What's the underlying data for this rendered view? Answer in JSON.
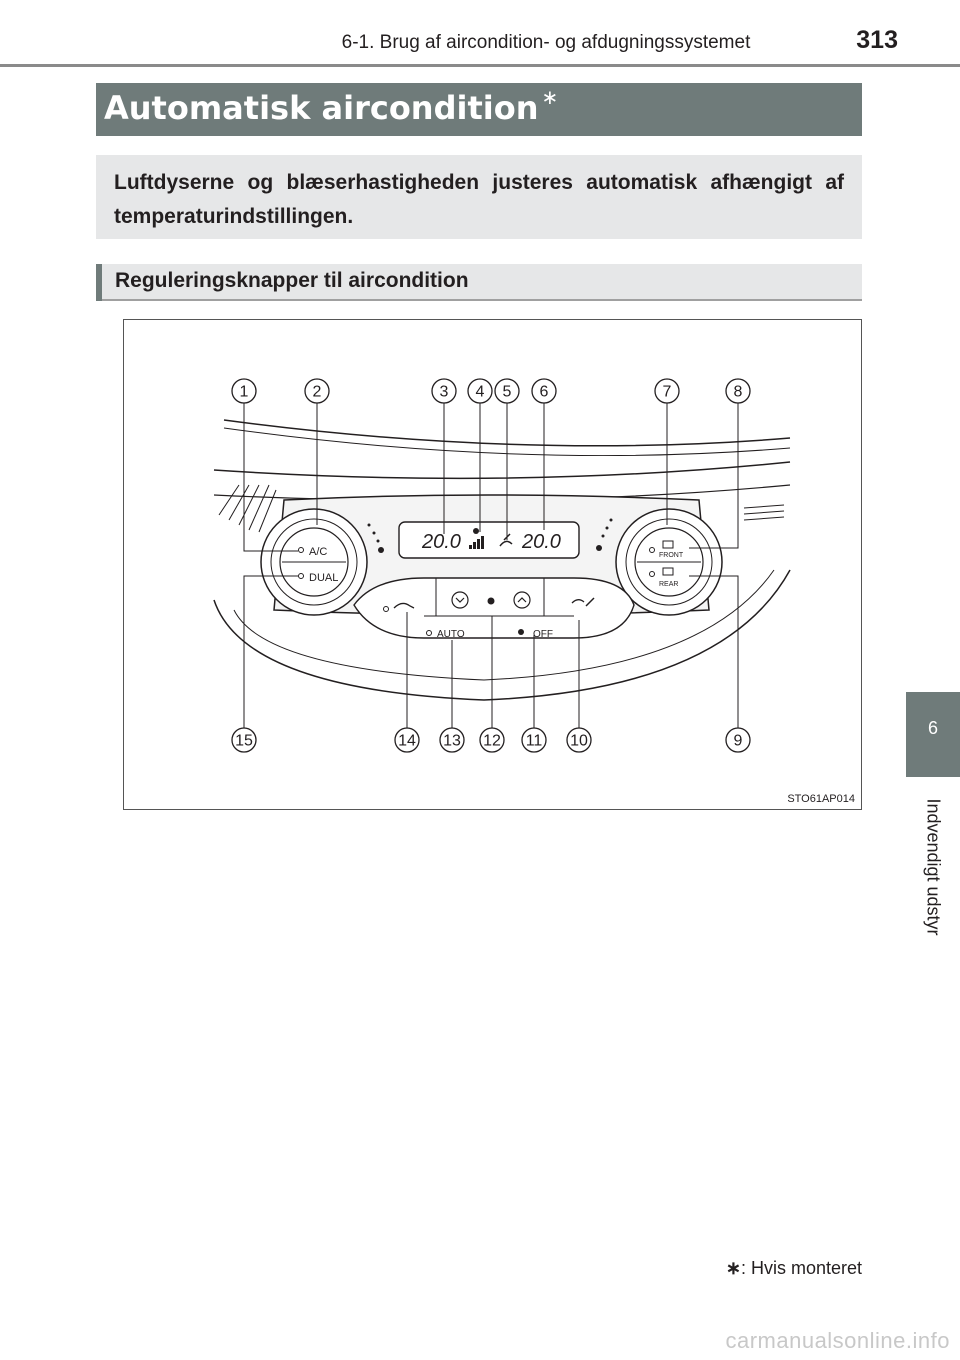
{
  "header": {
    "title": "6-1. Brug af aircondition- og afdugningssystemet",
    "page_number": "313"
  },
  "section": {
    "title": "Automatisk aircondition",
    "asterisk": "∗"
  },
  "intro": {
    "text": "Luftdyserne og blæserhastigheden justeres automatisk afhængigt af temperaturindstillingen."
  },
  "subsection": {
    "title": "Reguleringsknapper til aircondition"
  },
  "figure": {
    "code": "STO61AP014",
    "display_left": "20.0",
    "display_right": "20.0",
    "button_labels": {
      "ac": "A/C",
      "dual": "DUAL",
      "auto": "AUTO",
      "off": "OFF",
      "front": "FRONT",
      "rear": "REAR"
    },
    "callouts": [
      "1",
      "2",
      "3",
      "4",
      "5",
      "6",
      "7",
      "8",
      "9",
      "10",
      "11",
      "12",
      "13",
      "14",
      "15"
    ]
  },
  "side_tab": {
    "number": "6",
    "label": "Indvendigt udstyr"
  },
  "footnote": {
    "mark": "∗",
    "text": ": Hvis monteret"
  },
  "watermark": "carmanualsonline.info",
  "colors": {
    "bar": "#6f7b7a",
    "box": "#e6e7e8",
    "text": "#231f20"
  }
}
